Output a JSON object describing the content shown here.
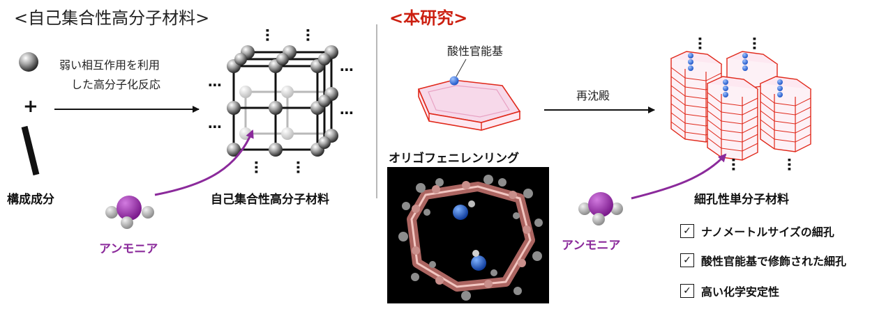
{
  "left": {
    "header": "<自己集合性高分子材料>",
    "reaction_label_line1": "弱い相互作用を利用",
    "reaction_label_line2": "した高分子化反応",
    "plus_sign": "+",
    "components_label": "構成成分",
    "ammonia_label": "アンモニア",
    "product_label": "自己集合性高分子材料",
    "ellipsis": "⋯"
  },
  "right": {
    "header": "<本研究>",
    "acid_group_label": "酸性官能基",
    "ring_label": "オリゴフェニレンリング",
    "reprecipitation_label": "再沈殿",
    "ammonia_label": "アンモニア",
    "product_label": "細孔性単分子材料",
    "features": [
      "ナノメートルサイズの細孔",
      "酸性官能基で修飾された細孔",
      "高い化学安定性"
    ],
    "check_mark": "✓"
  },
  "colors": {
    "accent_red": "#cc1f10",
    "ammonia_purple": "#8b2a9b",
    "hexagon_pink": "#f7d9ea",
    "hexagon_edge": "#e0281a",
    "acid_blue": "#1f56c8"
  }
}
